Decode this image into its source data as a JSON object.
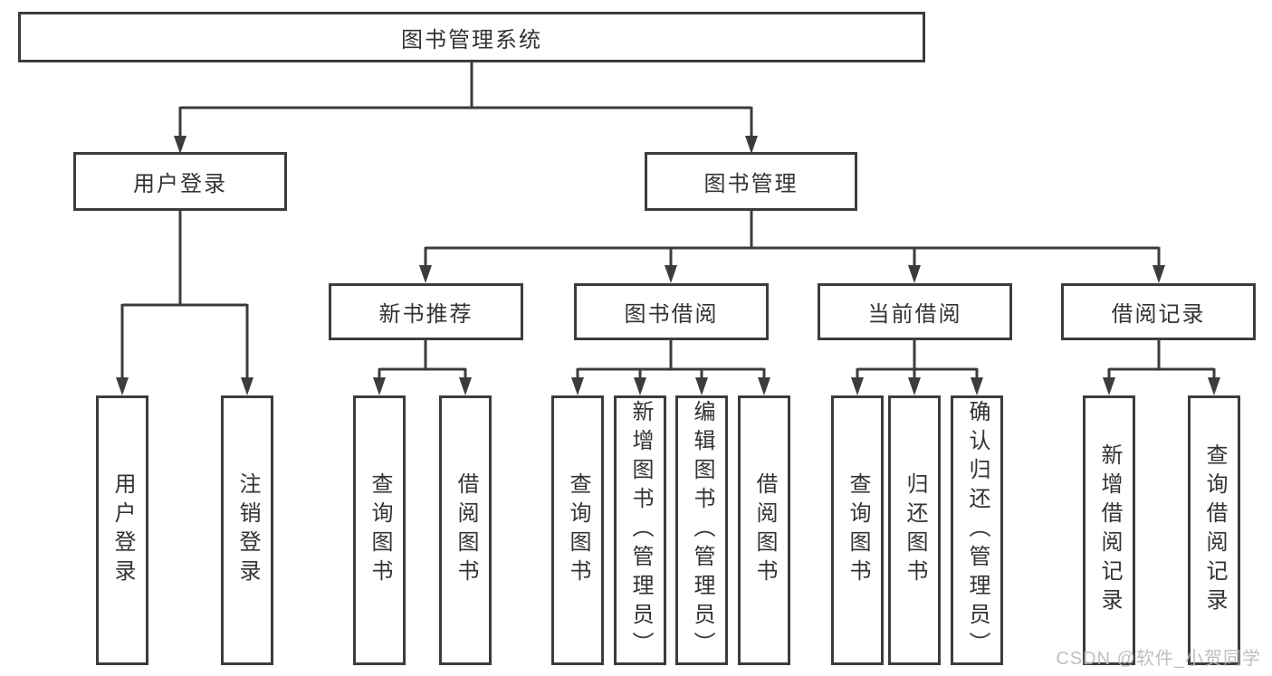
{
  "tree": {
    "root": {
      "label": "图书管理系统",
      "children": [
        {
          "label": "用户登录",
          "children": [
            {
              "label": "用户登录"
            },
            {
              "label": "注销登录"
            }
          ]
        },
        {
          "label": "图书管理",
          "children": [
            {
              "label": "新书推荐",
              "children": [
                {
                  "label": "查询图书"
                },
                {
                  "label": "借阅图书"
                }
              ]
            },
            {
              "label": "图书借阅",
              "children": [
                {
                  "label": "查询图书"
                },
                {
                  "label": "新增图书（管理员）"
                },
                {
                  "label": "编辑图书（管理员）"
                },
                {
                  "label": "借阅图书"
                }
              ]
            },
            {
              "label": "当前借阅",
              "children": [
                {
                  "label": "查询图书"
                },
                {
                  "label": "归还图书"
                },
                {
                  "label": "确认归还（管理员）"
                }
              ]
            },
            {
              "label": "借阅记录",
              "children": [
                {
                  "label": "新增借阅记录"
                },
                {
                  "label": "查询借阅记录"
                }
              ]
            }
          ]
        }
      ]
    }
  },
  "watermark": {
    "text": "CSDN @软件_小贺同学"
  },
  "colors": {
    "line": "#3c3c3c",
    "text": "#333333",
    "watermark_text": "#b9b9b9",
    "background": "#ffffff"
  }
}
